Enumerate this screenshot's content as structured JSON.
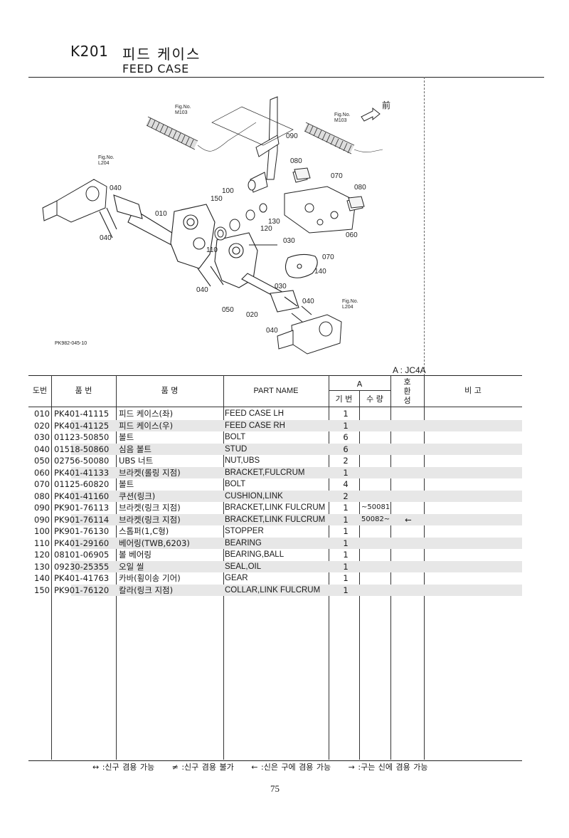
{
  "header": {
    "code": "K201",
    "title_ko": "피드 케이스",
    "title_en": "FEED CASE"
  },
  "diagram": {
    "figure_code": "PK982-045-10",
    "front_label": "前",
    "fig_refs": [
      {
        "line1": "Fig.No.",
        "line2": "M103"
      },
      {
        "line1": "Fig.No.",
        "line2": "M103"
      },
      {
        "line1": "Fig.No.",
        "line2": "L204"
      },
      {
        "line1": "Fig.No.",
        "line2": "L204"
      }
    ],
    "callouts": [
      "090",
      "080",
      "070",
      "080",
      "040",
      "100",
      "150",
      "010",
      "130",
      "120",
      "060",
      "030",
      "110",
      "070",
      "140",
      "040",
      "030",
      "050",
      "020",
      "040",
      "040",
      "040"
    ]
  },
  "model_label": "A : JC4A",
  "table": {
    "headers": {
      "ref": "도번",
      "part_no": "품  번",
      "kname": "품    명",
      "name": "PART NAME",
      "group": "A",
      "qty": "기 번",
      "serial": "수 량",
      "compat": "호\n환\n성",
      "remarks": "비    고"
    },
    "rows": [
      {
        "ref": "010",
        "part_no": "PK401-41115",
        "kname": "피드 케이스(좌)",
        "name": "FEED CASE LH",
        "qty": "1",
        "serial": "",
        "compat": ""
      },
      {
        "ref": "020",
        "part_no": "PK401-41125",
        "kname": "피드 케이스(우)",
        "name": "FEED CASE RH",
        "qty": "1",
        "serial": "",
        "compat": ""
      },
      {
        "ref": "030",
        "part_no": "01123-50850",
        "kname": "볼트",
        "name": "BOLT",
        "qty": "6",
        "serial": "",
        "compat": ""
      },
      {
        "ref": "040",
        "part_no": "01518-50860",
        "kname": "심음 볼트",
        "name": "STUD",
        "qty": "6",
        "serial": "",
        "compat": ""
      },
      {
        "ref": "050",
        "part_no": "02756-50080",
        "kname": "UBS 너트",
        "name": "NUT,UBS",
        "qty": "2",
        "serial": "",
        "compat": ""
      },
      {
        "ref": "060",
        "part_no": "PK401-41133",
        "kname": "브라켓(롤링 지점)",
        "name": "BRACKET,FULCRUM",
        "qty": "1",
        "serial": "",
        "compat": ""
      },
      {
        "ref": "070",
        "part_no": "01125-60820",
        "kname": "볼트",
        "name": "BOLT",
        "qty": "4",
        "serial": "",
        "compat": ""
      },
      {
        "ref": "080",
        "part_no": "PK401-41160",
        "kname": "쿠션(링크)",
        "name": "CUSHION,LINK",
        "qty": "2",
        "serial": "",
        "compat": ""
      },
      {
        "ref": "090",
        "part_no": "PK901-76113",
        "kname": "브라켓(링크 지점)",
        "name": "BRACKET,LINK FULCRUM",
        "qty": "1",
        "serial": "~50081",
        "compat": ""
      },
      {
        "ref": "090",
        "part_no": "PK901-76114",
        "kname": "브라켓(링크 지점)",
        "name": "BRACKET,LINK FULCRUM",
        "qty": "1",
        "serial": "50082~",
        "compat": "←"
      },
      {
        "ref": "100",
        "part_no": "PK901-76130",
        "kname": "스톱퍼(1,C형)",
        "name": "STOPPER",
        "qty": "1",
        "serial": "",
        "compat": ""
      },
      {
        "ref": "110",
        "part_no": "PK401-29160",
        "kname": "베어링(TWB,6203)",
        "name": "BEARING",
        "qty": "1",
        "serial": "",
        "compat": ""
      },
      {
        "ref": "120",
        "part_no": "08101-06905",
        "kname": "볼 베어링",
        "name": "BEARING,BALL",
        "qty": "1",
        "serial": "",
        "compat": ""
      },
      {
        "ref": "130",
        "part_no": "09230-25355",
        "kname": "오일 씰",
        "name": "SEAL,OIL",
        "qty": "1",
        "serial": "",
        "compat": ""
      },
      {
        "ref": "140",
        "part_no": "PK401-41763",
        "kname": "카바(횡이송 기어)",
        "name": "GEAR",
        "qty": "1",
        "serial": "",
        "compat": ""
      },
      {
        "ref": "150",
        "part_no": "PK901-76120",
        "kname": "칼라(링크 지점)",
        "name": "COLLAR,LINK FULCRUM",
        "qty": "1",
        "serial": "",
        "compat": ""
      }
    ]
  },
  "legend": [
    "↔ :신구 겸용 가능",
    "≠ :신구 겸용 불가",
    "← :신은 구에 겸용 가능",
    "→ :구는 신에 겸용 가능"
  ],
  "page_number": "75"
}
